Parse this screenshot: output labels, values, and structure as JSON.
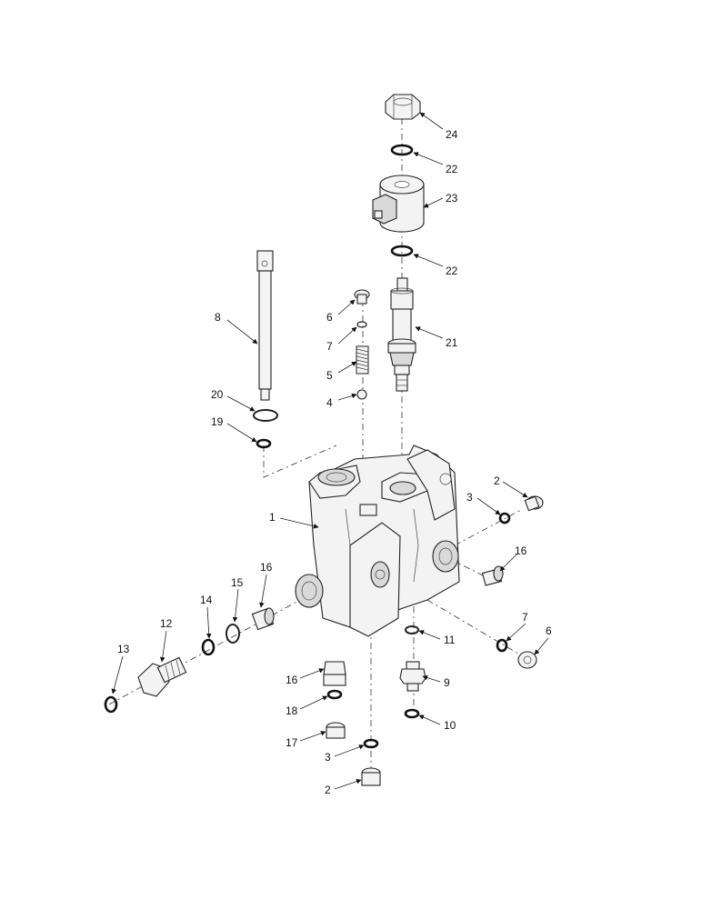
{
  "callouts": [
    {
      "key": "c1",
      "label": "1"
    },
    {
      "key": "c2a",
      "label": "2"
    },
    {
      "key": "c2b",
      "label": "2"
    },
    {
      "key": "c3a",
      "label": "3"
    },
    {
      "key": "c3b",
      "label": "3"
    },
    {
      "key": "c4",
      "label": "4"
    },
    {
      "key": "c5",
      "label": "5"
    },
    {
      "key": "c6a",
      "label": "6"
    },
    {
      "key": "c6b",
      "label": "6"
    },
    {
      "key": "c7a",
      "label": "7"
    },
    {
      "key": "c7b",
      "label": "7"
    },
    {
      "key": "c8",
      "label": "8"
    },
    {
      "key": "c9",
      "label": "9"
    },
    {
      "key": "c10",
      "label": "10"
    },
    {
      "key": "c11",
      "label": "11"
    },
    {
      "key": "c12",
      "label": "12"
    },
    {
      "key": "c13",
      "label": "13"
    },
    {
      "key": "c14",
      "label": "14"
    },
    {
      "key": "c15",
      "label": "15"
    },
    {
      "key": "c16a",
      "label": "16"
    },
    {
      "key": "c16b",
      "label": "16"
    },
    {
      "key": "c16c",
      "label": "16"
    },
    {
      "key": "c17",
      "label": "17"
    },
    {
      "key": "c18",
      "label": "18"
    },
    {
      "key": "c19",
      "label": "19"
    },
    {
      "key": "c20",
      "label": "20"
    },
    {
      "key": "c21",
      "label": "21"
    },
    {
      "key": "c22a",
      "label": "22"
    },
    {
      "key": "c22b",
      "label": "22"
    },
    {
      "key": "c23",
      "label": "23"
    },
    {
      "key": "c24",
      "label": "24"
    }
  ]
}
